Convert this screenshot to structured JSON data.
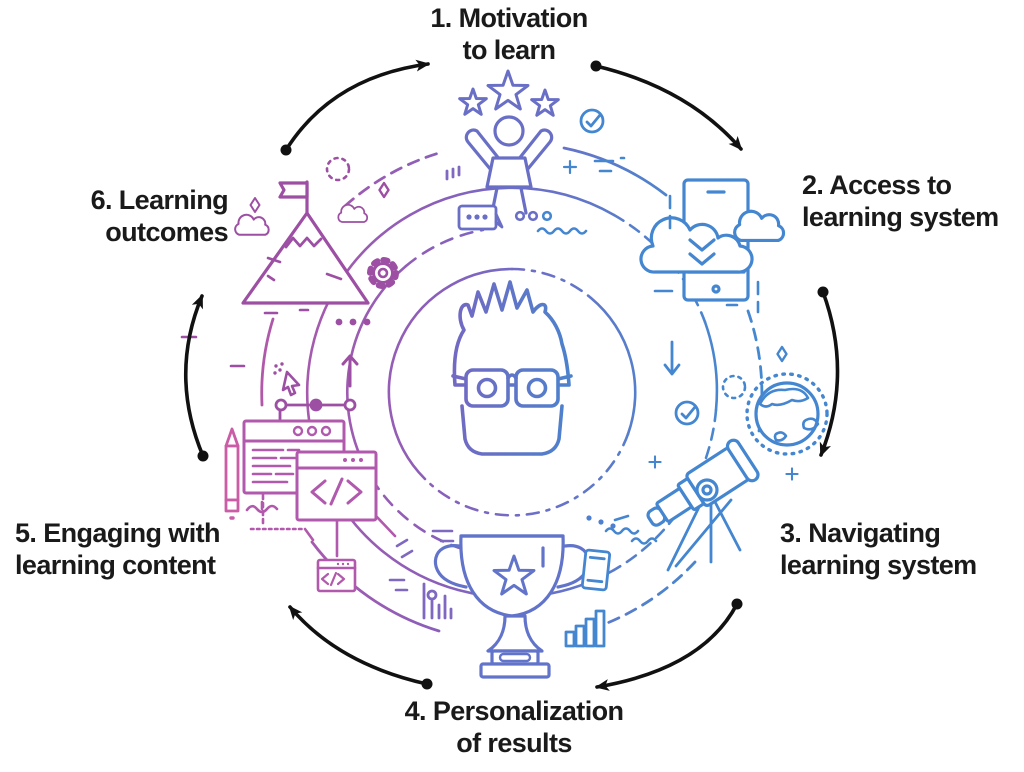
{
  "diagram": {
    "type": "cycle-diagram",
    "center_icon": "learner-face-glasses-icon",
    "stages": [
      {
        "label_line1": "1. Motivation",
        "label_line2": "to learn",
        "icon": "celebrating-person-stars-icon",
        "position": "top"
      },
      {
        "label_line1": "2. Access to",
        "label_line2": "learning system",
        "icon": "cloud-download-device-icon",
        "position": "top-right"
      },
      {
        "label_line1": "3. Navigating",
        "label_line2": "learning system",
        "icon": "telescope-globe-icon",
        "position": "bottom-right"
      },
      {
        "label_line1": "4. Personalization",
        "label_line2": "of results",
        "icon": "trophy-star-icon",
        "position": "bottom"
      },
      {
        "label_line1": "5. Engaging with",
        "label_line2": "learning content",
        "icon": "browser-code-windows-icon",
        "position": "left"
      },
      {
        "label_line1": "6. Learning",
        "label_line2": "outcomes",
        "icon": "mountain-flag-icon",
        "position": "top-left"
      }
    ],
    "flow_arrows": [
      "1-to-2",
      "2-to-3",
      "3-to-4",
      "4-to-5",
      "5-to-6",
      "6-to-1"
    ],
    "decorations": [
      "stars",
      "check-circle",
      "plus-sign",
      "gear",
      "cloud",
      "sparkle",
      "dashed-circle",
      "speech-bubble",
      "bar-chart",
      "lollipop-chart",
      "smartphone",
      "pencil",
      "cursor-arrow",
      "node-graph",
      "up-arrow",
      "down-arrow",
      "wave-squiggle",
      "globe-orbit-dots"
    ],
    "colors": {
      "blue": "#4486d0",
      "periwinkle": "#6a6fc6",
      "trophy_blue": "#6274ca",
      "violet": "#7e68c0",
      "purple": "#9d4fa4",
      "magenta": "#b159ac",
      "pink": "#ca5da6",
      "arrow_black": "#111111",
      "text": "#1a1a1a"
    }
  }
}
